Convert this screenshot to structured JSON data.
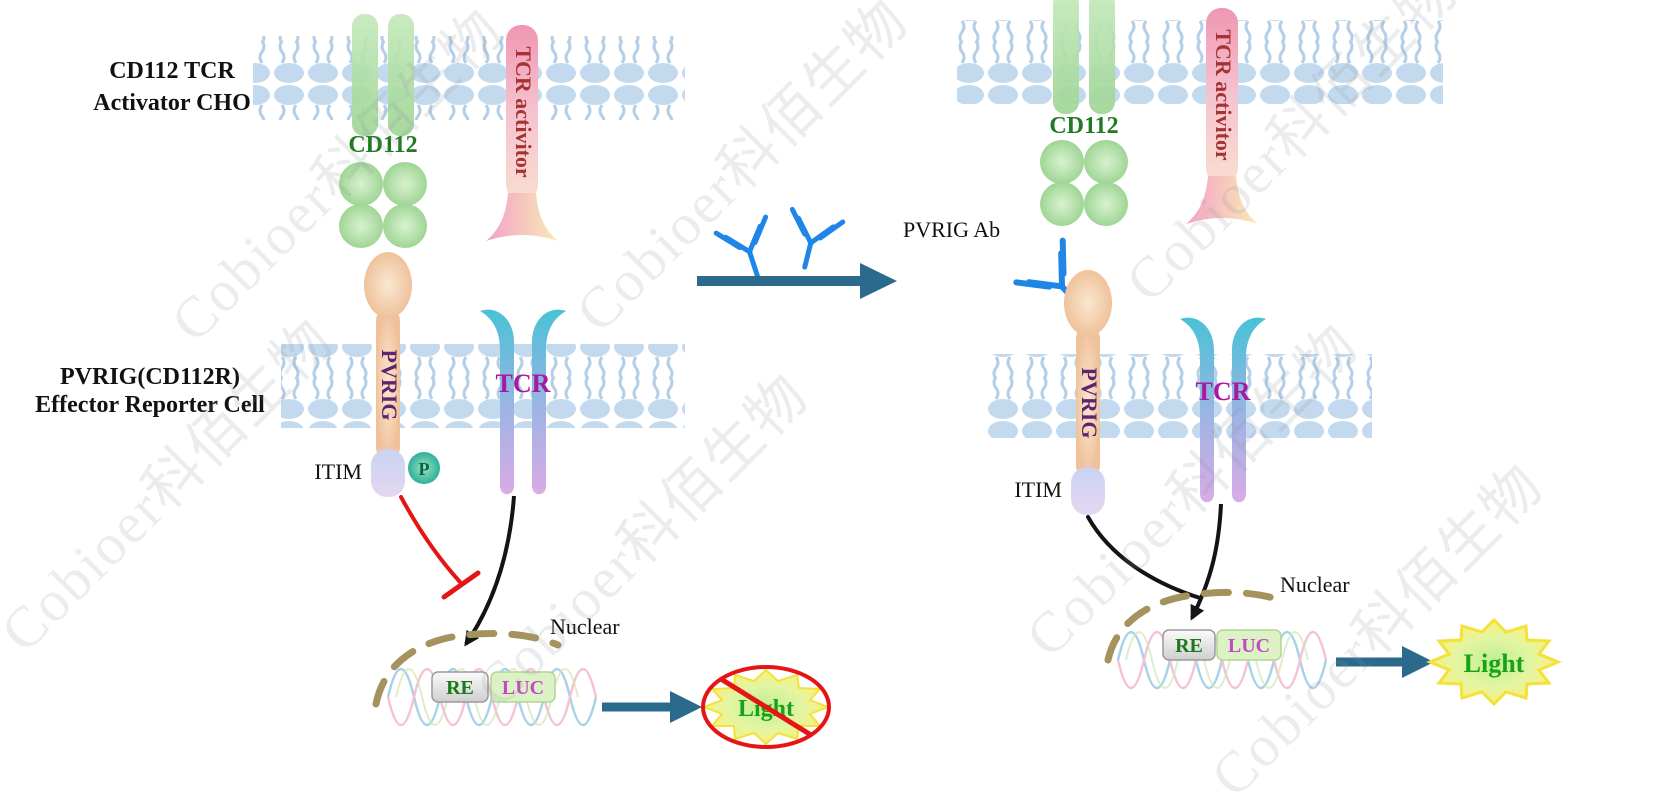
{
  "watermark": {
    "text": "Cobioer科佰生物"
  },
  "colors": {
    "membrane": "#c3daee",
    "cd112_green": "#a9db9f",
    "cd112_text": "#217a21",
    "tcr_activator_text": "#a63333",
    "pvrig_fill": "#f2c9a2",
    "pvrig_text": "#5f2470",
    "tcr_text": "#a818a0",
    "itim_fill": "#ccd6f2",
    "phospho_fill": "#2fae9e",
    "inhibition_red": "#e61515",
    "nuclear_membrane": "#a5935e",
    "arrow_blue": "#2b6a8c",
    "antibody_blue": "#1f86e8",
    "light_text": "#17a317",
    "starburst_yellow": "#f2e23a"
  },
  "left": {
    "cell_top_label_line1": "CD112 TCR",
    "cell_top_label_line2": "Activator CHO",
    "cd112": "CD112",
    "tcr_activator": "TCR activitor",
    "cell_bottom_label_line1": "PVRIG(CD112R)",
    "cell_bottom_label_line2": "Effector Reporter Cell",
    "pvrig": "PVRIG",
    "tcr": "TCR",
    "itim": "ITIM",
    "phospho": "P",
    "nuclear": "Nuclear",
    "re": "RE",
    "luc": "LUC",
    "light": "Light"
  },
  "right": {
    "cd112": "CD112",
    "tcr_activator": "TCR activitor",
    "pvrig_ab": "PVRIG Ab",
    "pvrig": "PVRIG",
    "tcr": "TCR",
    "itim": "ITIM",
    "nuclear": "Nuclear",
    "re": "RE",
    "luc": "LUC",
    "light": "Light"
  }
}
